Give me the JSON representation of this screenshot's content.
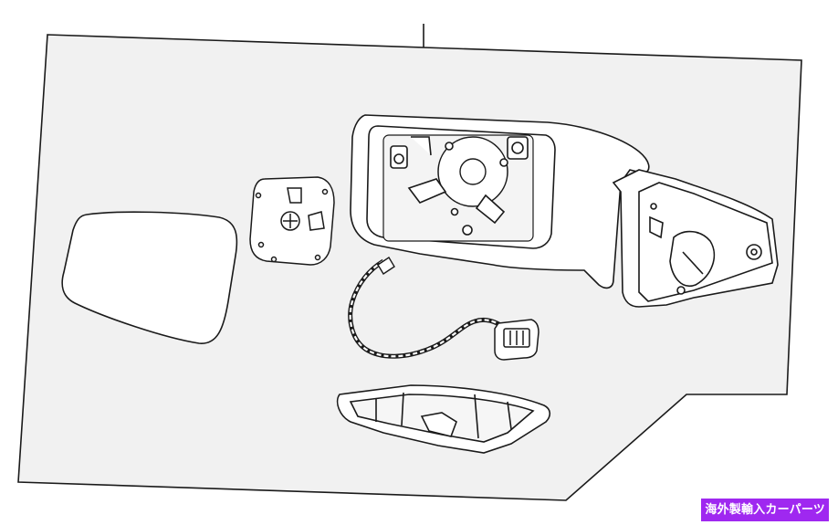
{
  "diagram": {
    "panel_fill": "#f1f1f1",
    "line_color": "#1a1a1a",
    "parts": [
      "leader-line",
      "mirror-glass",
      "glass-backing-plate",
      "mirror-housing",
      "wiring-harness",
      "harness-connector",
      "lower-cover"
    ]
  },
  "watermark": {
    "text": "海外製輸入カーパーツ",
    "background": "#9f28f0"
  }
}
